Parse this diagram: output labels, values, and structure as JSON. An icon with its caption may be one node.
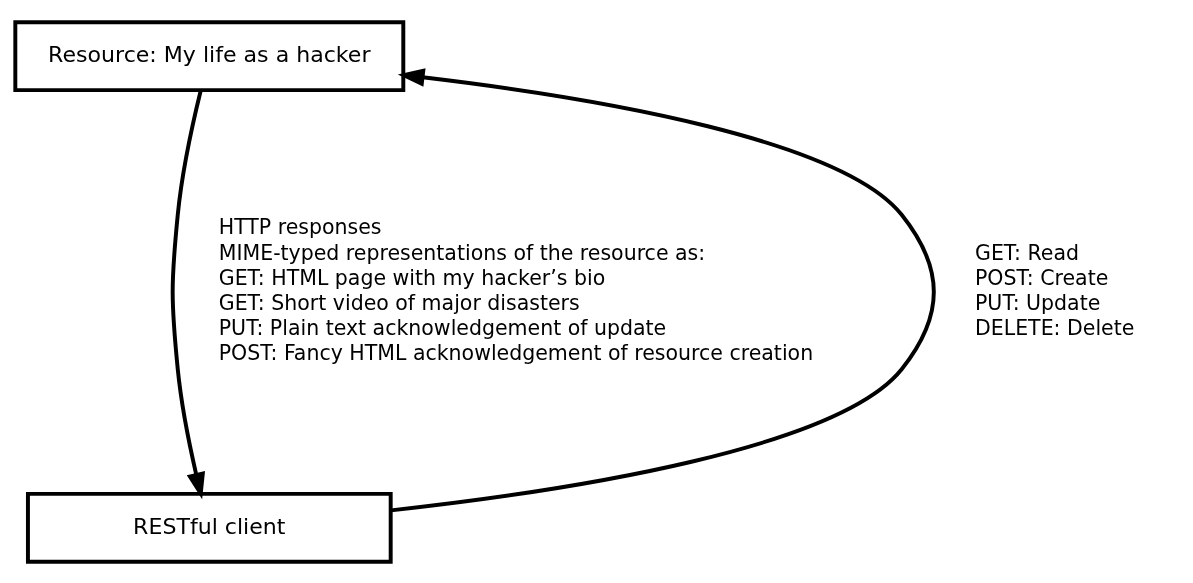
{
  "diagram": {
    "nodes": [
      {
        "text": [
          "Resource: My life as a hacker"
        ]
      },
      {
        "text": [
          "RESTful client"
        ]
      }
    ],
    "edges": [
      {
        "from": 1,
        "to": 0,
        "arrow": "to",
        "label": [
          "GET: Read",
          "POST: Create",
          "PUT: Update",
          "DELETE: Delete"
        ]
      },
      {
        "from": 0,
        "to": 1,
        "arrow": "to",
        "label": [
          "HTTP responses",
          "MIME-typed representations of the resource as:",
          "GET: HTML page with my hacker’s bio",
          "GET: Short video of major disasters",
          "PUT: Plain text acknowledgement of update",
          "POST: Fancy HTML acknowledgement of resource creation"
        ]
      }
    ]
  }
}
